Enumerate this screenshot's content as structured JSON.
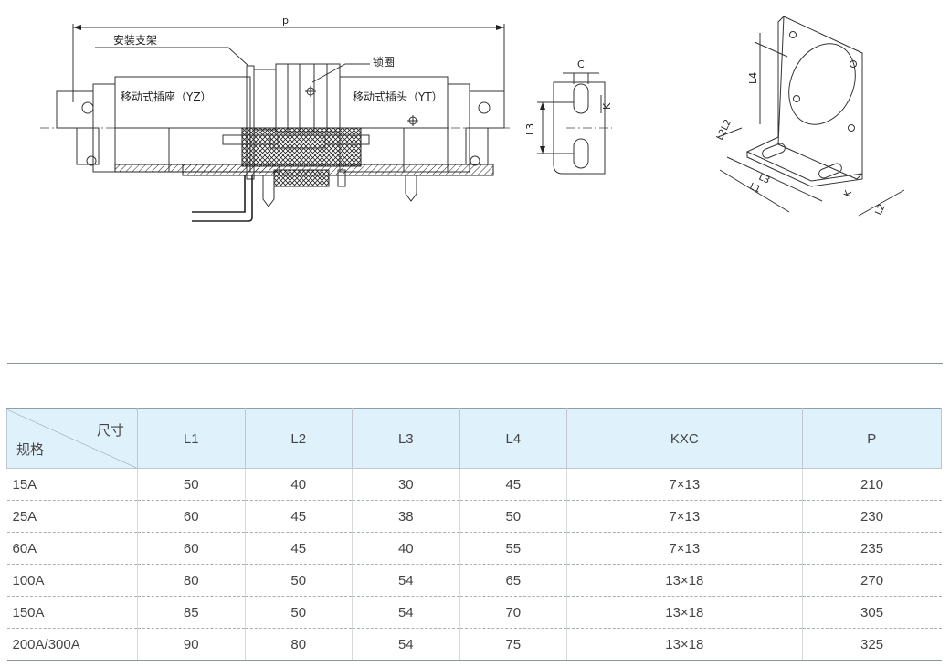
{
  "drawing": {
    "dim_p": "p",
    "label_bracket": "安装支架",
    "label_lock_ring": "锁圈",
    "label_socket": "移动式插座（YZ）",
    "label_plug": "移动式插头（YT）",
    "dim_c": "C",
    "dim_k_side": "K",
    "dim_l3_side": "L3",
    "dim_l4": "L4",
    "dim_l2l2": "L2L2",
    "dim_l3_iso": "L3",
    "dim_l1_iso": "L1",
    "dim_k_iso": "K",
    "dim_l2_iso": "L2"
  },
  "table": {
    "corner_top": "尺寸",
    "corner_bottom": "规格",
    "columns": [
      "L1",
      "L2",
      "L3",
      "L4",
      "KXC",
      "P"
    ],
    "rows": [
      [
        "15A",
        "50",
        "40",
        "30",
        "45",
        "7×13",
        "210"
      ],
      [
        "25A",
        "60",
        "45",
        "38",
        "50",
        "7×13",
        "230"
      ],
      [
        "60A",
        "60",
        "45",
        "40",
        "55",
        "7×13",
        "235"
      ],
      [
        "100A",
        "80",
        "50",
        "54",
        "65",
        "13×18",
        "270"
      ],
      [
        "150A",
        "85",
        "50",
        "54",
        "70",
        "13×18",
        "305"
      ],
      [
        "200A/300A",
        "90",
        "80",
        "54",
        "75",
        "13×18",
        "325"
      ]
    ]
  }
}
